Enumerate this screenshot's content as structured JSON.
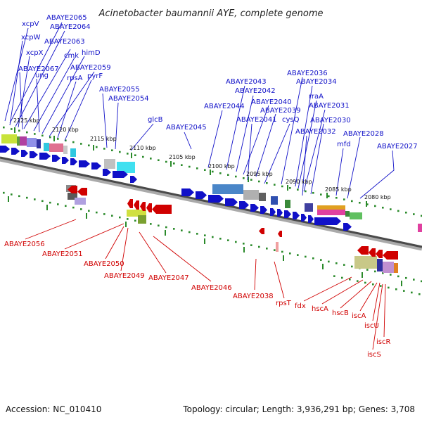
{
  "title": "Acinetobacter baumannii AYE, complete genome",
  "kbp_labels": [
    "2125 kbp",
    "2120 kbp",
    "2115 kbp",
    "2110 kbp",
    "2105 kbp",
    "2100 kbp",
    "2095 kbp",
    "2090 kbp",
    "2085 kbp",
    "2080 kbp"
  ],
  "forward_genes": [
    "ABAYE2065",
    "xcpV",
    "ABAYE2064",
    "xcpW",
    "ABAYE2063",
    "xcpX",
    "cmk",
    "himD",
    "ABAYE2067",
    "ABAYE2059",
    "ung",
    "rpsA",
    "pyrF",
    "ABAYE2055",
    "ABAYE2054",
    "glcB",
    "ABAYE2045",
    "ABAYE2044",
    "ABAYE2043",
    "ABAYE2042",
    "ABAYE2040",
    "ABAYE2039",
    "ABAYE2041",
    "cysQ",
    "ABAYE2036",
    "ABAYE2034",
    "rraA",
    "ABAYE2031",
    "ABAYE2030",
    "ABAYE2032",
    "ABAYE2028",
    "mfd",
    "ABAYE2027"
  ],
  "reverse_genes": [
    "ABAYE2056",
    "ABAYE2051",
    "ABAYE2050",
    "ABAYE2049",
    "ABAYE2047",
    "ABAYE2046",
    "ABAYE2038",
    "rpsT",
    "fdx",
    "hscA",
    "hscB",
    "iscA",
    "iscU",
    "iscR",
    "iscS"
  ],
  "colors": {
    "forward_strand": "#1010c8",
    "reverse_strand": "#d00000",
    "dot_track": "#2a8a2a"
  },
  "footer": {
    "accession": "Accession: NC_010410",
    "summary": "Topology: circular; Length: 3,936,291 bp; Genes: 3,708"
  }
}
